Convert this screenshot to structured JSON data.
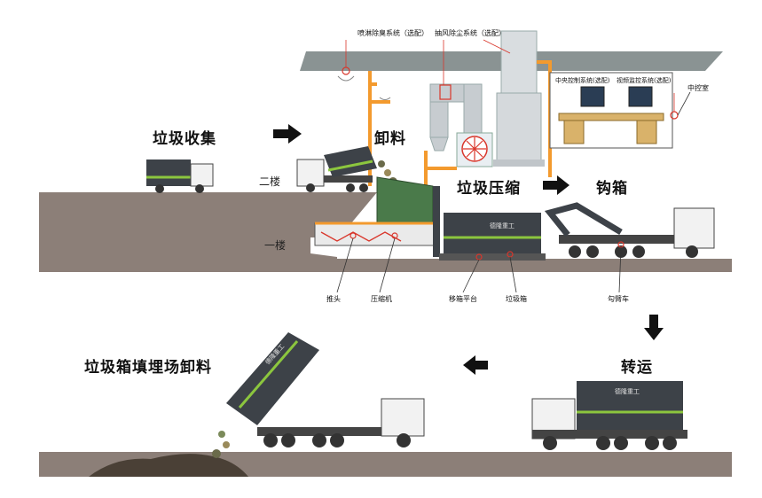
{
  "steps": {
    "collect": "垃圾收集",
    "unload": "卸料",
    "compress": "垃圾压缩",
    "hook": "钩箱",
    "transfer": "转运",
    "landfill": "垃圾箱填埋场卸料"
  },
  "floors": {
    "second": "二楼",
    "first": "一楼"
  },
  "systems": {
    "spray": "喷淋除臭系统（选配）",
    "dust": "抽风除尘系统（选配）",
    "central": "中央控制系统(选配)",
    "video": "视频监控系统(选配)",
    "control_room": "中控室"
  },
  "parts": {
    "pusher": "推头",
    "compressor": "压缩机",
    "platform": "移箱平台",
    "container": "垃圾箱",
    "hook_truck": "勾臂车"
  },
  "brand": "德隆重工",
  "colors": {
    "ground": "#8c7f78",
    "roof": "#8a9393",
    "orange": "#f39a2e",
    "red": "#d9362b",
    "container_dark": "#3d4248",
    "green_stripe": "#8cc63e",
    "arrow": "#111111"
  }
}
